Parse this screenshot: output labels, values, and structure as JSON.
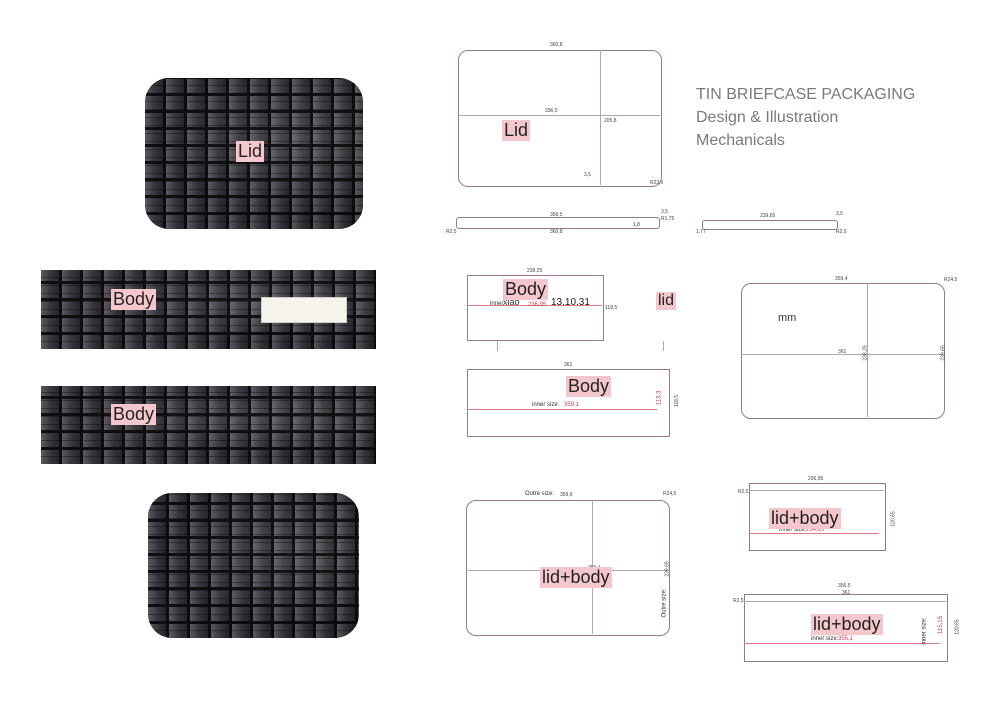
{
  "title": {
    "line1": "TIN BRIEFCASE PACKAGING",
    "line2": "Design & Illustration",
    "line3": "Mechanicals"
  },
  "photo_labels": {
    "lid": "Lid",
    "body1": "Body",
    "body2": "Body"
  },
  "drawing_labels": {
    "lid": "Lid",
    "body_top": "Body",
    "body_top_inner": "inner",
    "body_top_maker": "xiao",
    "body_top_date": "13.10.31",
    "lid_small": "lid",
    "mm": "mm",
    "body_side": "Body",
    "body_side_inner": "inner size:",
    "lidbody_top": "lid+body",
    "lidbody_top_outer": "Outre size:",
    "lidbody_top_outer_side": "Outre size:",
    "lidbody_right1": "lid+body",
    "lidbody_right1_inner": "inner size:",
    "lidbody_right2": "lid+body",
    "lidbody_right2_inner": "inner size:",
    "lidbody_right2_inner_side": "inner size:"
  },
  "dimensions": {
    "lid_top_width": "360,8",
    "lid_inner_width": "336,5",
    "lid_inner_height": "205,8",
    "lid_corner": "3,5",
    "lid_radius": "R23,5",
    "lid_side_width": "356,5",
    "lid_side_total": "360,8",
    "lid_side_h1": "3,5",
    "lid_side_h2": "R1,75",
    "lid_side_h3": "1,8",
    "lid_side_left": "R2,5",
    "lid_end_width": "239,65",
    "lid_end_h": "3,5",
    "lid_end_left": "1,77",
    "lid_end_r": "R2,5",
    "body_top_width": "238,25",
    "body_top_red": "236,95",
    "body_top_h": "118,5",
    "body_side_width": "361",
    "body_side_inner": "359,1",
    "body_side_h": "118,5",
    "body_side_inner_h": "113,3",
    "big_top_width": "359,4",
    "big_corner": "R24,5",
    "big_mid": "361",
    "big_h": "238,25",
    "big_h2": "239,65",
    "lb_top_outer": "359,6",
    "lb_top_r": "R24,5",
    "lb_top_mid": "359,1",
    "lb_top_h": "239,65",
    "lb_r1_width": "236,95",
    "lb_r1_inner": "234,85",
    "lb_r1_h": "120,65",
    "lb_r1_left": "R2,5",
    "lb_r2_width": "356,5",
    "lb_r2_mid": "361",
    "lb_r2_inner": "355,1",
    "lb_r2_h": "120,65",
    "lb_r2_inner_h": "115,15",
    "lb_r2_left": "R2,5"
  },
  "colors": {
    "label_highlight": "#f4c7cd",
    "title_gray": "#7a7a7a",
    "drawing_line": "#9a7a80",
    "red_dimension": "#e07a85"
  }
}
